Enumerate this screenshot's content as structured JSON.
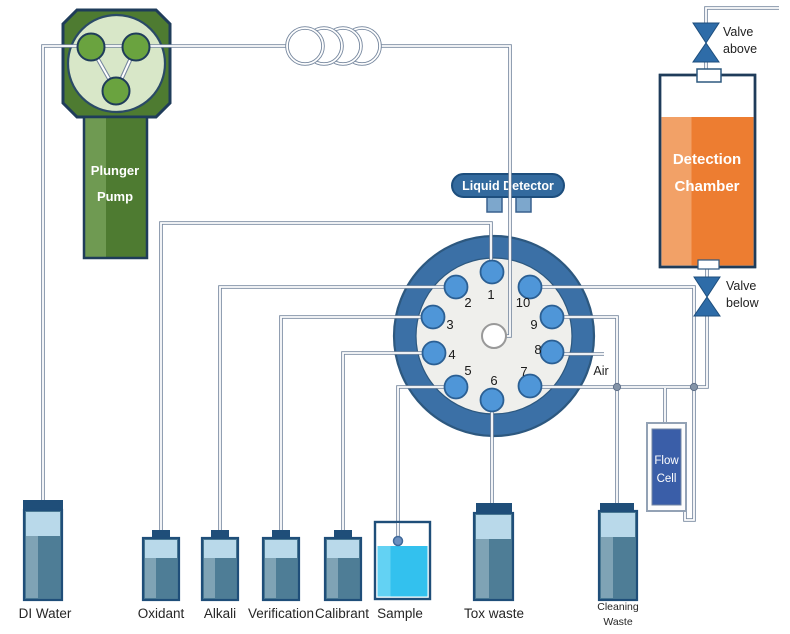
{
  "pump": {
    "label_line1": "Plunger",
    "label_line2": "Pump"
  },
  "liquid_detector": {
    "label": "Liquid Detector"
  },
  "detection_chamber": {
    "label_line1": "Detection",
    "label_line2": "Chamber"
  },
  "valve_above": {
    "label_line1": "Valve",
    "label_line2": "above"
  },
  "valve_below": {
    "label_line1": "Valve",
    "label_line2": "below"
  },
  "flow_cell": {
    "label_line1": "Flow",
    "label_line2": "Cell"
  },
  "air_label": "Air",
  "rotary_valve_ports": [
    "1",
    "2",
    "3",
    "4",
    "5",
    "6",
    "7",
    "8",
    "9",
    "10"
  ],
  "containers": {
    "di_water": "DI Water",
    "oxidant": "Oxidant",
    "alkali": "Alkali",
    "verification": "Verification",
    "calibrant": "Calibrant",
    "sample": "Sample",
    "tox_waste": "Tox waste",
    "cleaning_waste_line1": "Cleaning",
    "cleaning_waste_line2": "Waste"
  },
  "colors": {
    "pipe_gray": "#76879e",
    "pump_green_dark": "#4e7b31",
    "pump_green_light": "#d8e7c8",
    "pump_rotor_green": "#6aa33f",
    "pump_body_stripe": "#6f9a52",
    "valve_ring_blue": "#3b70a6",
    "valve_inner_gray": "#efefec",
    "port_blue": "#4f96d8",
    "detector_blue": "#336a9e",
    "detector_leg_blue": "#7da7cc",
    "bowtie_blue": "#2e6ca8",
    "chamber_orange": "#ed7d31",
    "chamber_orange_light": "#f2a167",
    "flow_cell_blue": "#3a5ea8",
    "bottle_teal": "#4e7d96",
    "bottle_band_light": "#b9d9ea",
    "bottle_stripe": "#7fa3b5",
    "cap_navy": "#1f4e79",
    "sample_cyan": "#33c1ee",
    "sample_cyan_light": "#63d2f3",
    "droplet_blue": "#6b8fbf"
  }
}
